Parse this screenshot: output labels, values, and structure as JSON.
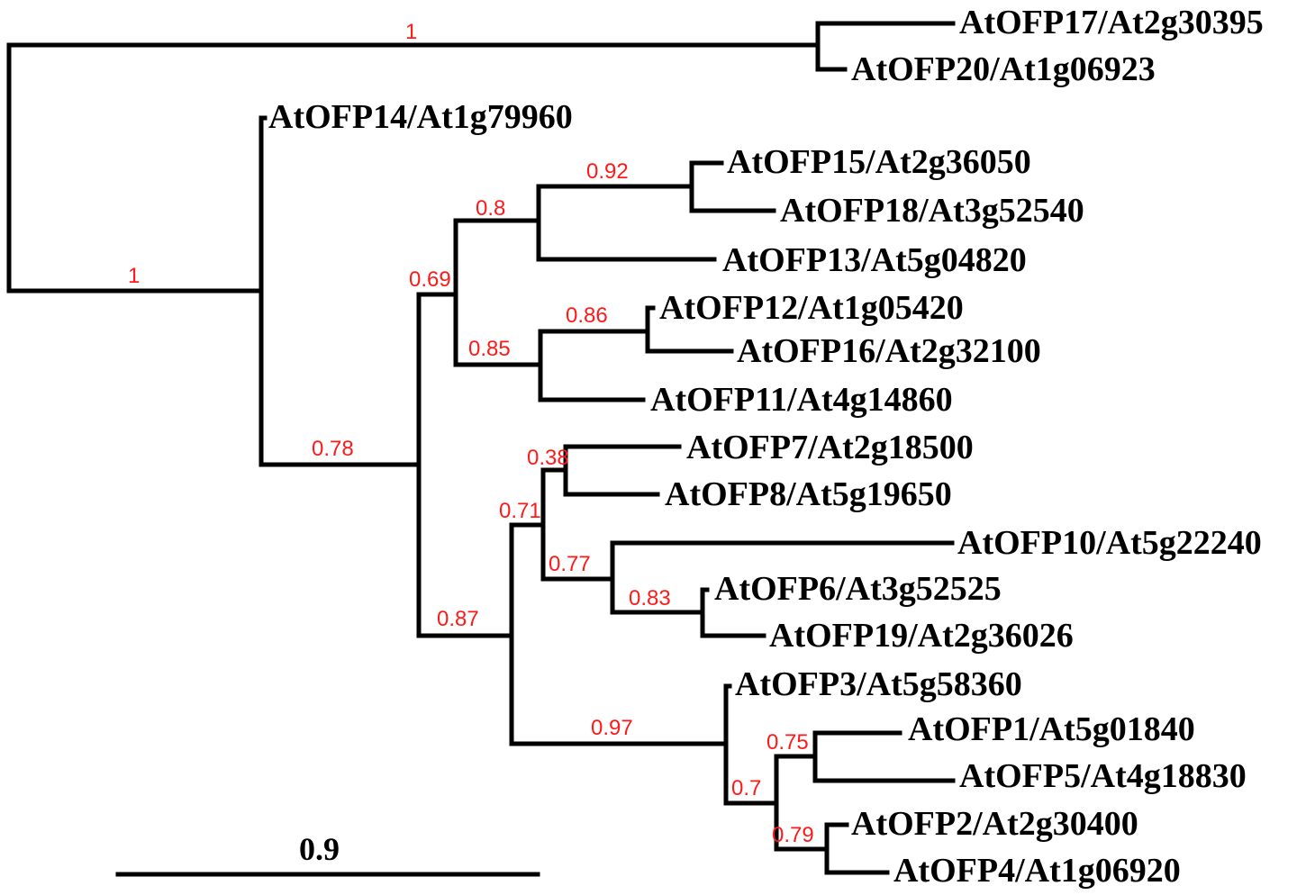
{
  "tree": {
    "colors": {
      "branch": "#000000",
      "support": "#ff1a1a",
      "label": "#000000"
    },
    "taxa": [
      "AtOFP17/At2g30395",
      "AtOFP20/At1g06923",
      "AtOFP14/At1g79960",
      "AtOFP15/At2g36050",
      "AtOFP18/At3g52540",
      "AtOFP13/At5g04820",
      "AtOFP12/At1g05420",
      "AtOFP16/At2g32100",
      "AtOFP11/At4g14860",
      "AtOFP7/At2g18500",
      "AtOFP8/At5g19650",
      "AtOFP10/At5g22240",
      "AtOFP6/At3g52525",
      "AtOFP19/At2g36026",
      "AtOFP3/At5g58360",
      "AtOFP1/At5g01840",
      "AtOFP5/At4g18830",
      "AtOFP2/At2g30400",
      "AtOFP4/At1g06920"
    ],
    "supports": [
      "1",
      "1",
      "0.92",
      "0.8",
      "0.69",
      "0.86",
      "0.85",
      "0.78",
      "0.38",
      "0.71",
      "0.77",
      "0.83",
      "0.87",
      "0.97",
      "0.75",
      "0.7",
      "0.79"
    ],
    "scale_bar": {
      "label": "0.9"
    }
  }
}
